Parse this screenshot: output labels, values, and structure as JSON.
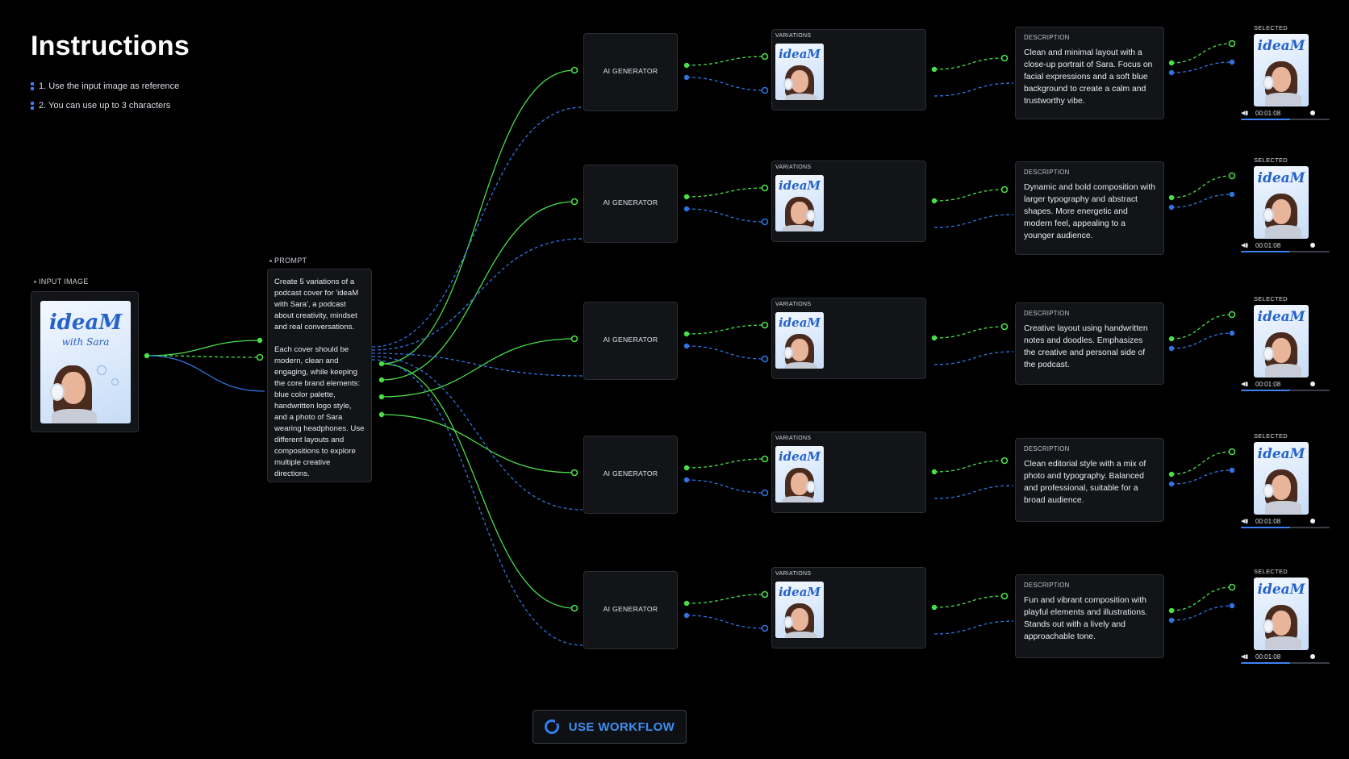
{
  "instructions": {
    "title": "Instructions",
    "steps": [
      "1. Use the input image as reference",
      "2. You can use up to 3 characters"
    ]
  },
  "input_image": {
    "label": "INPUT IMAGE",
    "cover_title": "ideaM",
    "cover_subtitle": "with Sara"
  },
  "prompt": {
    "label": "PROMPT",
    "text": "Create 5 variations of a podcast cover for 'ideaM with Sara', a podcast about creativity, mindset and real conversations.\n\nEach cover should be modern, clean and engaging, while keeping the core brand elements: blue color palette, handwritten logo style, and a photo of Sara wearing headphones. Use different layouts and compositions to explore multiple creative directions."
  },
  "generator_label": "AI GENERATOR",
  "variations_label": "VARIATIONS",
  "description_label": "DESCRIPTION",
  "selected_label": "SELECTED",
  "thumb_title": "ideaM",
  "rows": [
    {
      "description": "Clean and minimal layout with a close-up portrait of Sara. Focus on facial expressions and a soft blue background to create a calm and trustworthy vibe.",
      "time": "00:01:08",
      "progress": 0.55
    },
    {
      "description": "Dynamic and bold composition with larger typography and abstract shapes. More energetic and modern feel, appealing to a younger audience.",
      "time": "00:01:08",
      "progress": 0.55
    },
    {
      "description": "Creative layout using handwritten notes and doodles. Emphasizes the creative and personal side of the podcast.",
      "time": "00:01:08",
      "progress": 0.55
    },
    {
      "description": "Clean editorial style with a mix of photo and typography. Balanced and professional, suitable for a broad audience.",
      "time": "00:01:08",
      "progress": 0.55
    },
    {
      "description": "Fun and vibrant composition with playful elements and illustrations. Stands out with a lively and approachable tone.",
      "time": "00:01:08",
      "progress": 0.55
    }
  ],
  "workflow_button": {
    "label": "USE WORKFLOW"
  },
  "colors": {
    "wire_green": "#4ade4a",
    "wire_blue": "#2f74e0",
    "accent": "#3d8ff0"
  }
}
